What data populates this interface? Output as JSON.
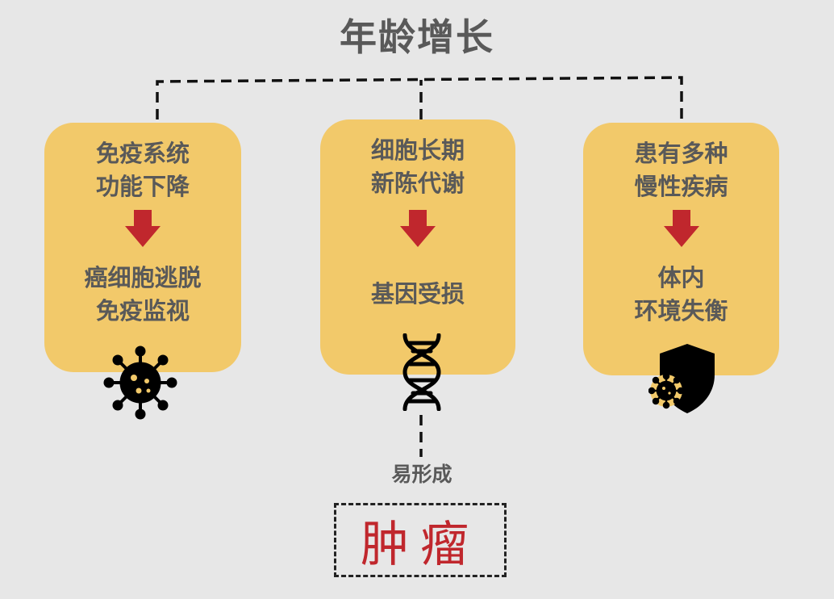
{
  "title": "年龄增长",
  "boxes": [
    {
      "top_lines": [
        "免疫系统",
        "功能下降"
      ],
      "bottom_lines": [
        "癌细胞逃脱",
        "免疫监视"
      ],
      "icon": "virus-icon"
    },
    {
      "top_lines": [
        "细胞长期",
        "新陈代谢"
      ],
      "bottom_lines": [
        "基因受损"
      ],
      "icon": "dna-icon"
    },
    {
      "top_lines": [
        "患有多种",
        "慢性疾病"
      ],
      "bottom_lines": [
        "体内",
        "环境失衡"
      ],
      "icon": "shield-virus-icon"
    }
  ],
  "leads_to_label": "易形成",
  "result": "肿瘤",
  "colors": {
    "box": "#f2c96a",
    "arrow": "#c0272d",
    "text": "#595959",
    "result_text": "#c0272d"
  }
}
